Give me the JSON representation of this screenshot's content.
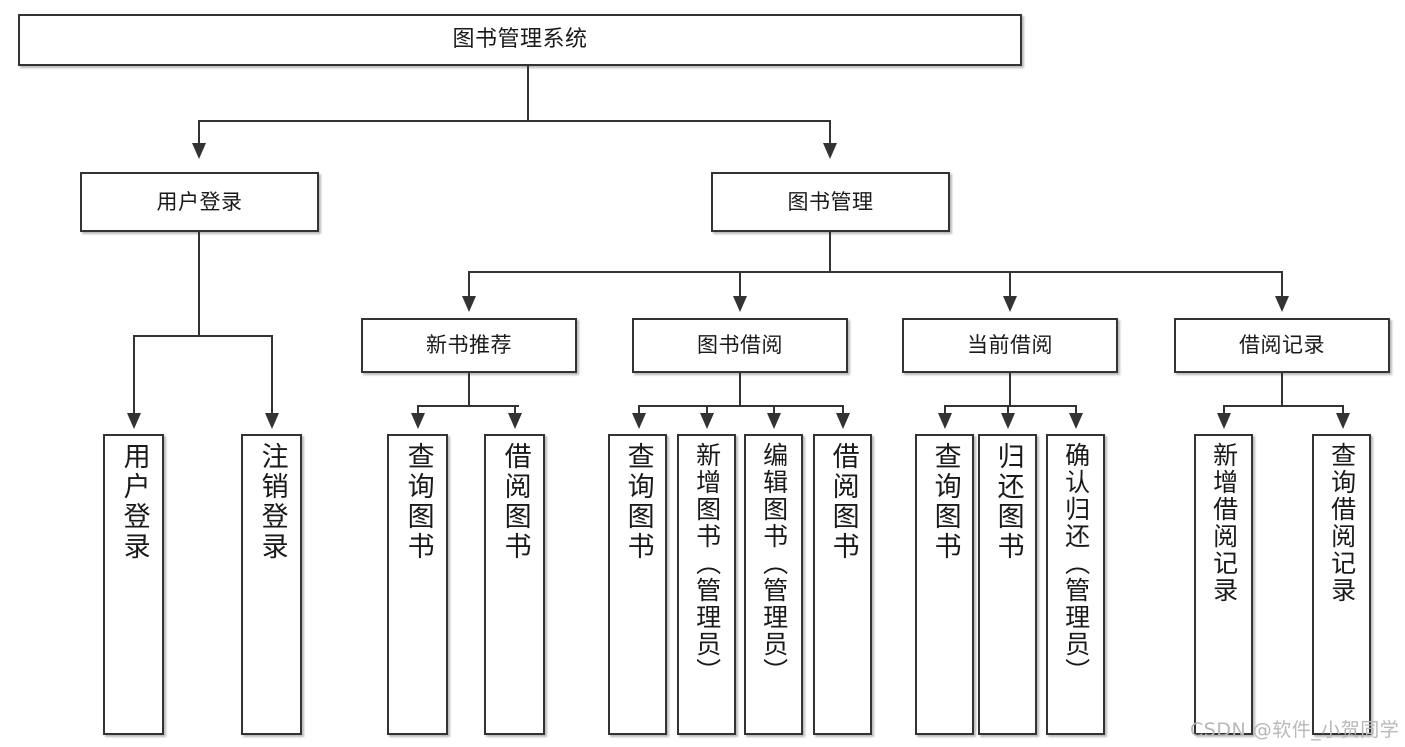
{
  "diagram": {
    "title": "图书管理系统",
    "type": "tree-hierarchy",
    "watermark": "CSDN @软件_小贺同学",
    "colors": {
      "stroke": "#333333",
      "fill": "#ffffff",
      "background": "#ffffff",
      "watermark": "#b8b8b8"
    },
    "levels": {
      "root": {
        "label": "图书管理系统"
      },
      "level2": [
        {
          "label": "用户登录"
        },
        {
          "label": "图书管理"
        }
      ],
      "level3": [
        {
          "label": "新书推荐"
        },
        {
          "label": "图书借阅"
        },
        {
          "label": "当前借阅"
        },
        {
          "label": "借阅记录"
        }
      ],
      "leaves": {
        "user_login": [
          {
            "label": "用户登录"
          },
          {
            "label": "注销登录"
          }
        ],
        "new_book_recommend": [
          {
            "label": "查询图书"
          },
          {
            "label": "借阅图书"
          }
        ],
        "book_borrow": [
          {
            "label": "查询图书"
          },
          {
            "label": "新增图书（管理员）"
          },
          {
            "label": "编辑图书（管理员）"
          },
          {
            "label": "借阅图书"
          }
        ],
        "current_borrow": [
          {
            "label": "查询图书"
          },
          {
            "label": "归还图书"
          },
          {
            "label": "确认归还（管理员）"
          }
        ],
        "borrow_record": [
          {
            "label": "新增借阅记录"
          },
          {
            "label": "查询借阅记录"
          }
        ]
      }
    }
  }
}
